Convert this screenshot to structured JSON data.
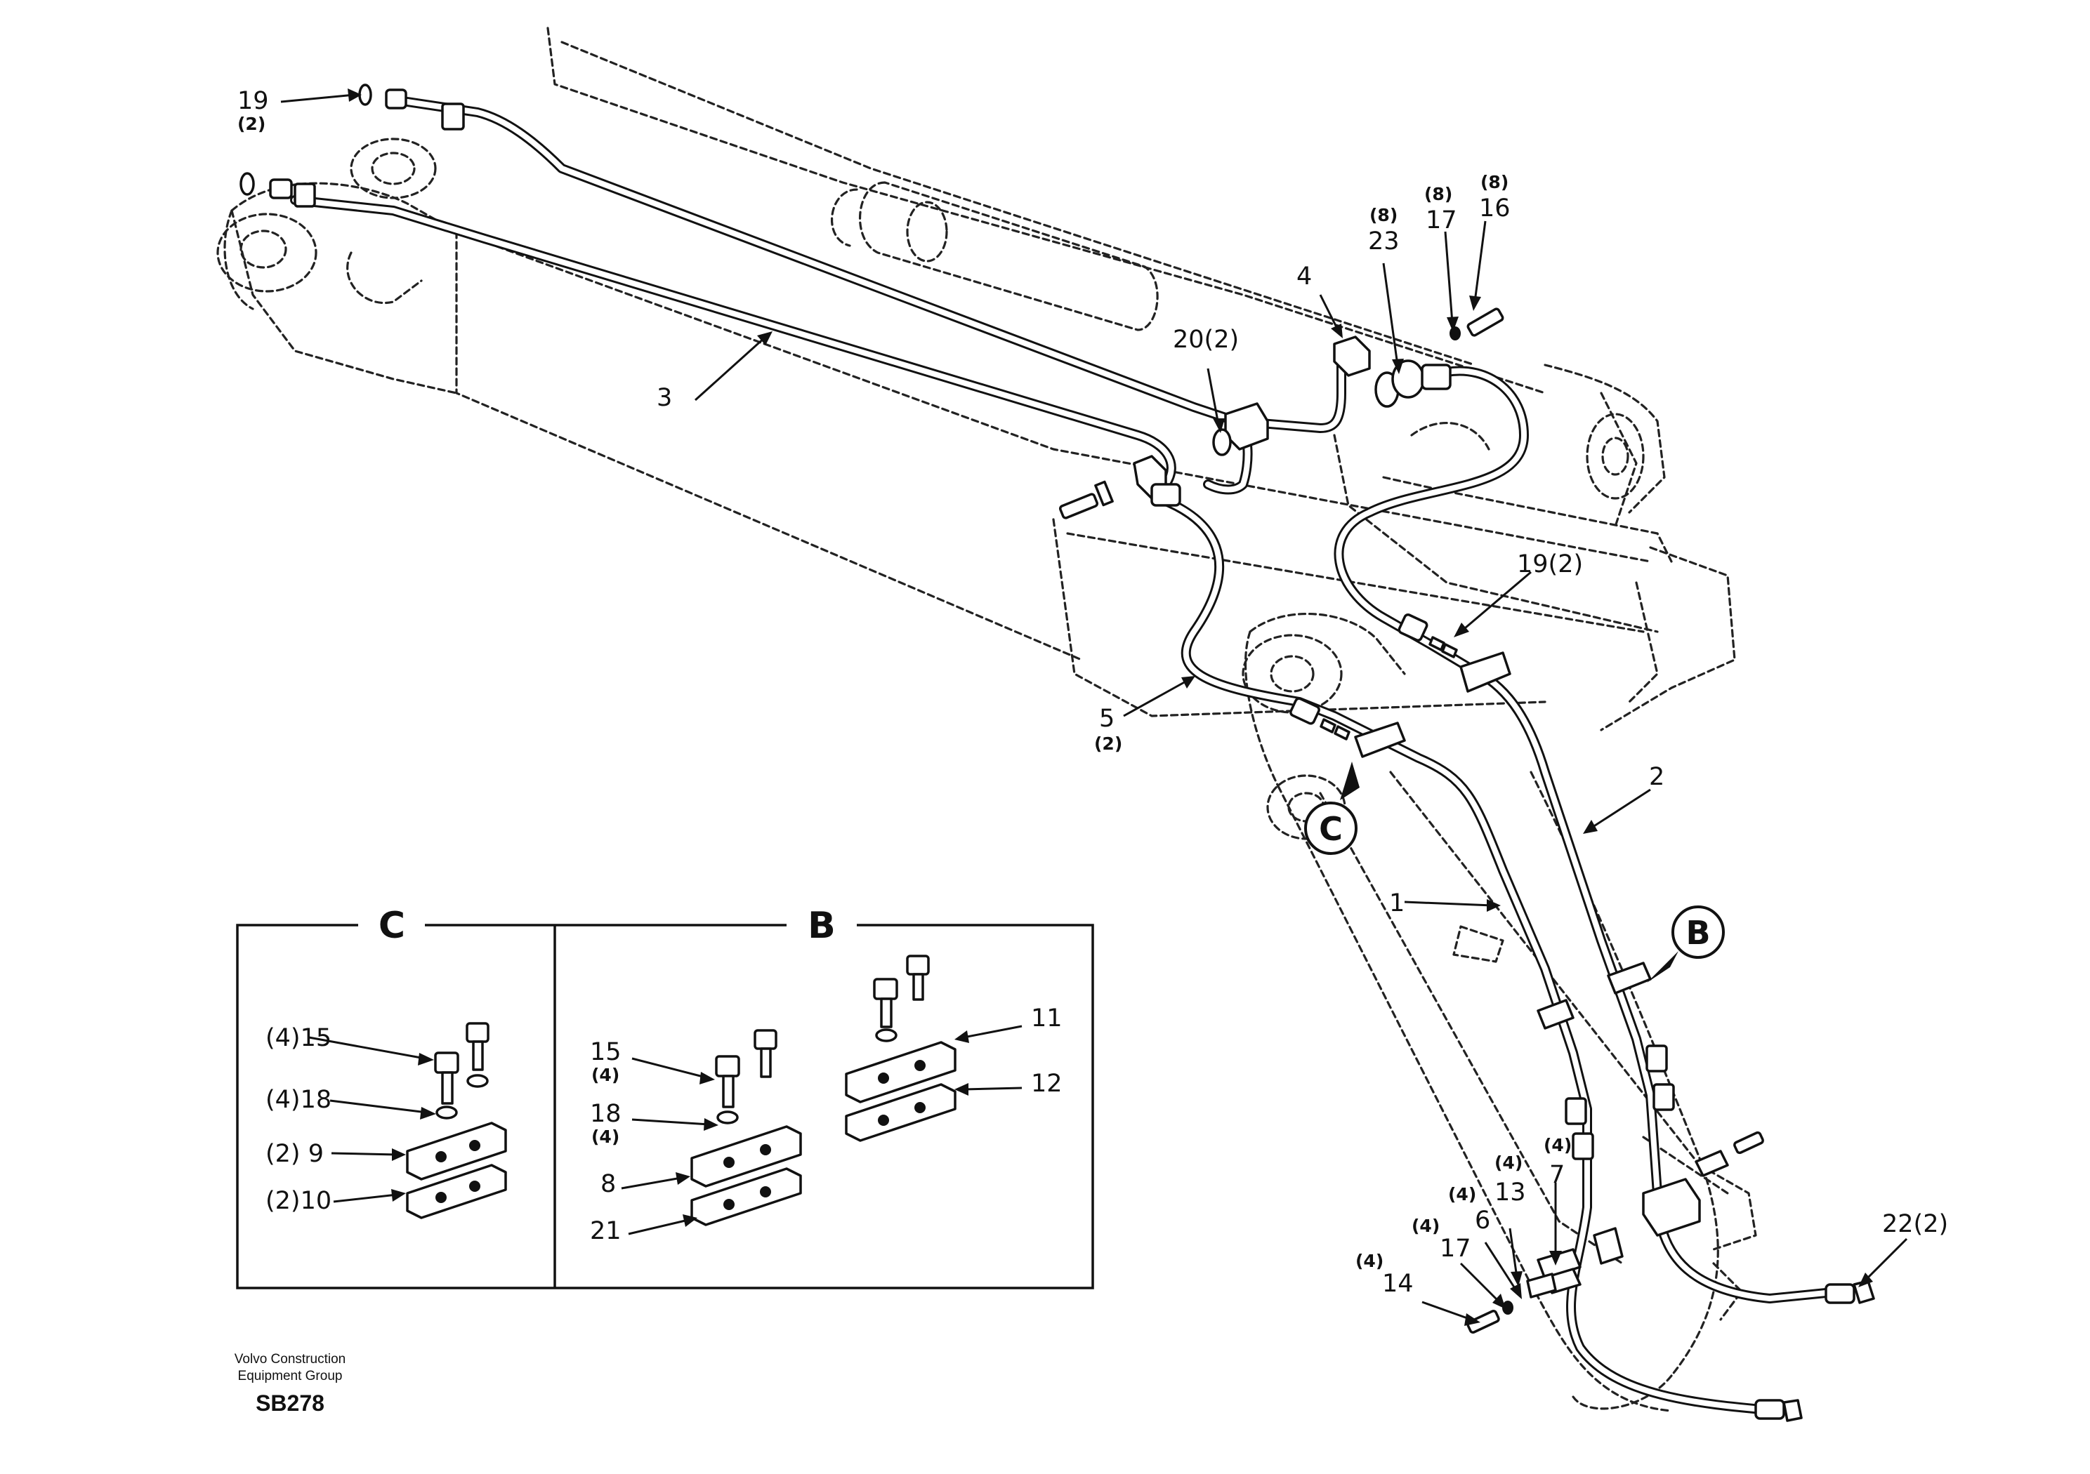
{
  "labels": {
    "c19": "19",
    "c19q": "(2)",
    "c3": "3",
    "c20": "20(2)",
    "c4": "4",
    "c23q": "(8)",
    "c23": "23",
    "c17q": "(8)",
    "c17": "17",
    "c16q": "(8)",
    "c16": "16",
    "c19b": "19(2)",
    "c5": "5",
    "c5q": "(2)",
    "c2": "2",
    "c1": "1",
    "c13q": "(4)",
    "c13": "13",
    "c7q": "(4)",
    "c7": "7",
    "c6q": "(4)",
    "c6": "6",
    "c17bq": "(4)",
    "c17b": "17",
    "c14q": "(4)",
    "c14": "14",
    "c22": "22(2)"
  },
  "callouts": {
    "c": "C",
    "b": "B"
  },
  "detail_c": {
    "title": "C",
    "c15": "(4)15",
    "c18": "(4)18",
    "c9": "(2) 9",
    "c10": "(2)10"
  },
  "detail_b": {
    "title": "B",
    "c15": "15",
    "c15q": "(4)",
    "c18": "18",
    "c18q": "(4)",
    "c8": "8",
    "c21": "21",
    "c11": "11",
    "c12": "12"
  },
  "footer": {
    "line1": "Volvo Construction",
    "line2": "Equipment Group",
    "code": "SB278"
  }
}
